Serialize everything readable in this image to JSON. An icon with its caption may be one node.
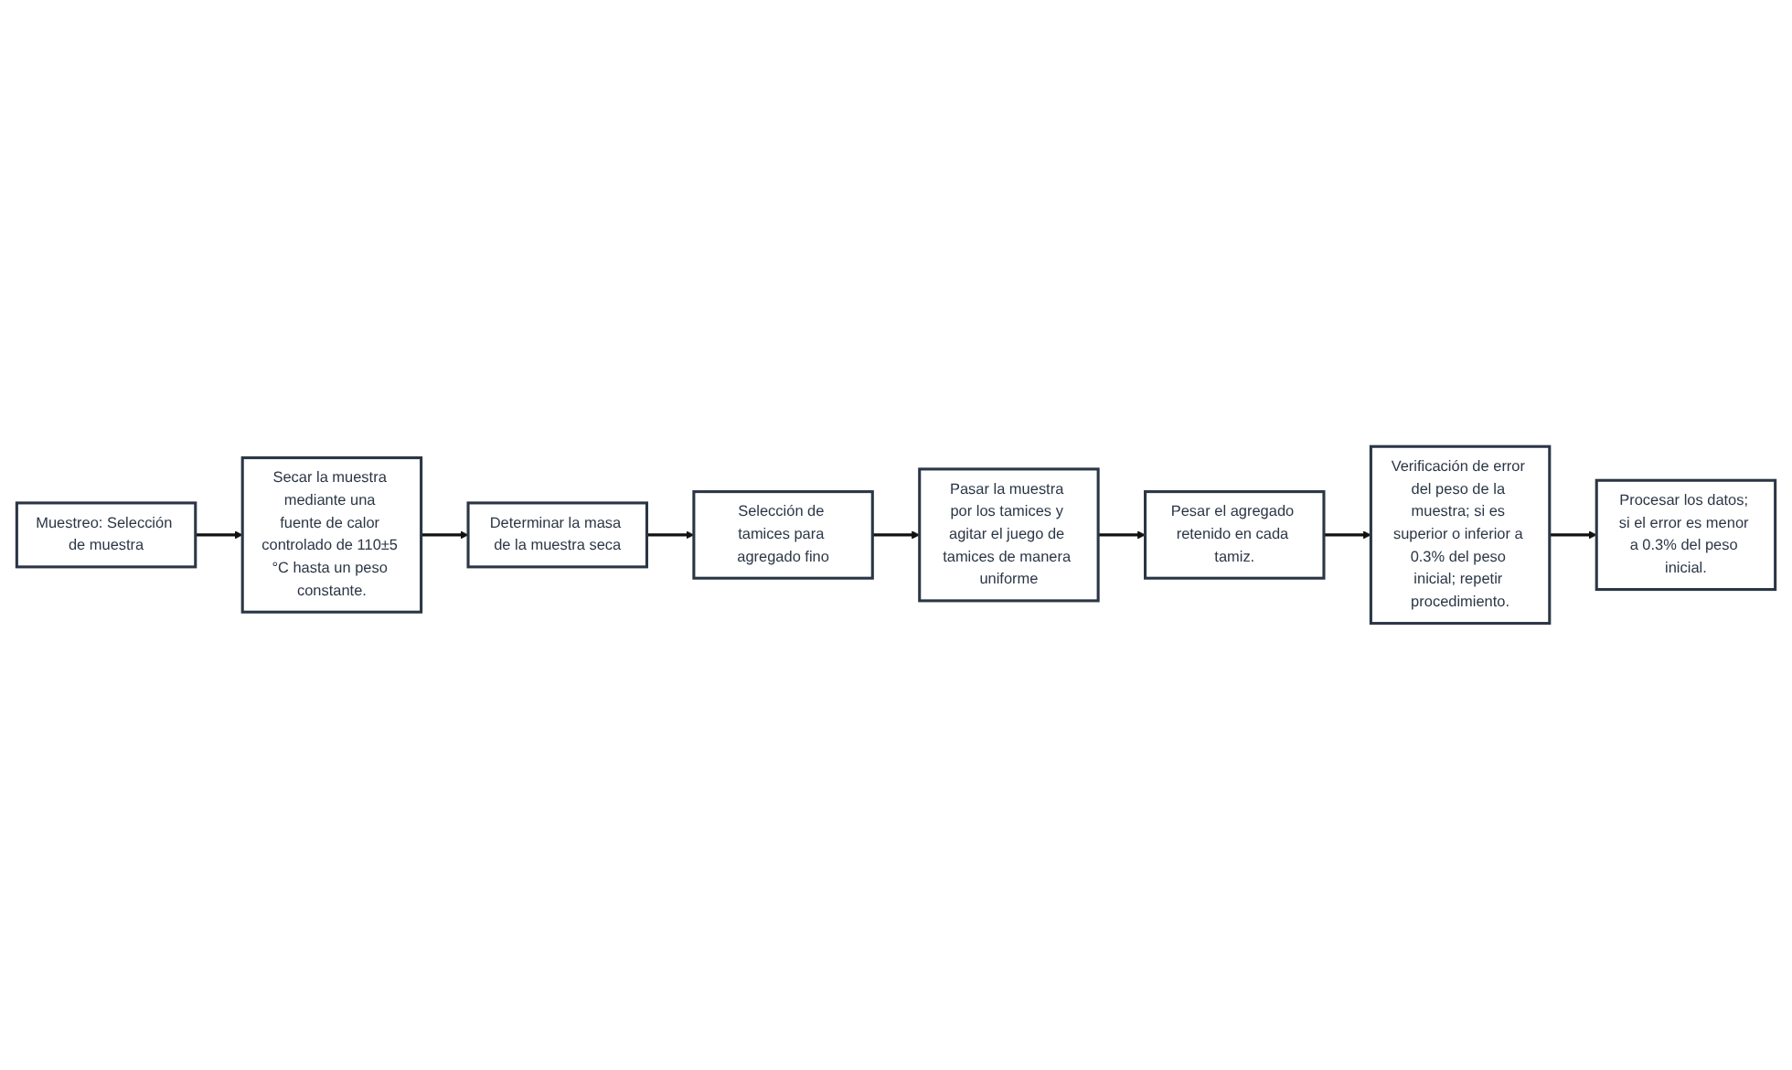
{
  "diagram": {
    "nodes": [
      {
        "text": [
          "Muestreo: Selección de muestra"
        ]
      },
      {
        "text": [
          "Secar la muestra mediante una fuente de calor controlado de 110±5 °C hasta un peso constante."
        ]
      },
      {
        "text": [
          "Determinar la masa de la muestra seca"
        ]
      },
      {
        "text": [
          "Selección de tamices para agregado fino"
        ]
      },
      {
        "text": [
          "Pasar la muestra por los tamices y agitar el juego de tamices de manera uniforme"
        ]
      },
      {
        "text": [
          "Pesar el agregado retenido en cada tamiz."
        ]
      },
      {
        "text": [
          "Verificación de error del peso de la muestra; si es superior o inferior a 0.3% del peso inicial; repetir procedimiento."
        ]
      },
      {
        "text": [
          "Procesar los datos; si el error es menor a 0.3% del peso inicial."
        ]
      }
    ],
    "edges": [
      {
        "from": 0,
        "to": 1,
        "arrow": "to"
      },
      {
        "from": 1,
        "to": 2,
        "arrow": "to"
      },
      {
        "from": 2,
        "to": 3,
        "arrow": "to"
      },
      {
        "from": 3,
        "to": 4,
        "arrow": "to"
      },
      {
        "from": 4,
        "to": 5,
        "arrow": "to"
      },
      {
        "from": 5,
        "to": 6,
        "arrow": "to"
      },
      {
        "from": 6,
        "to": 7,
        "arrow": "to"
      }
    ]
  }
}
